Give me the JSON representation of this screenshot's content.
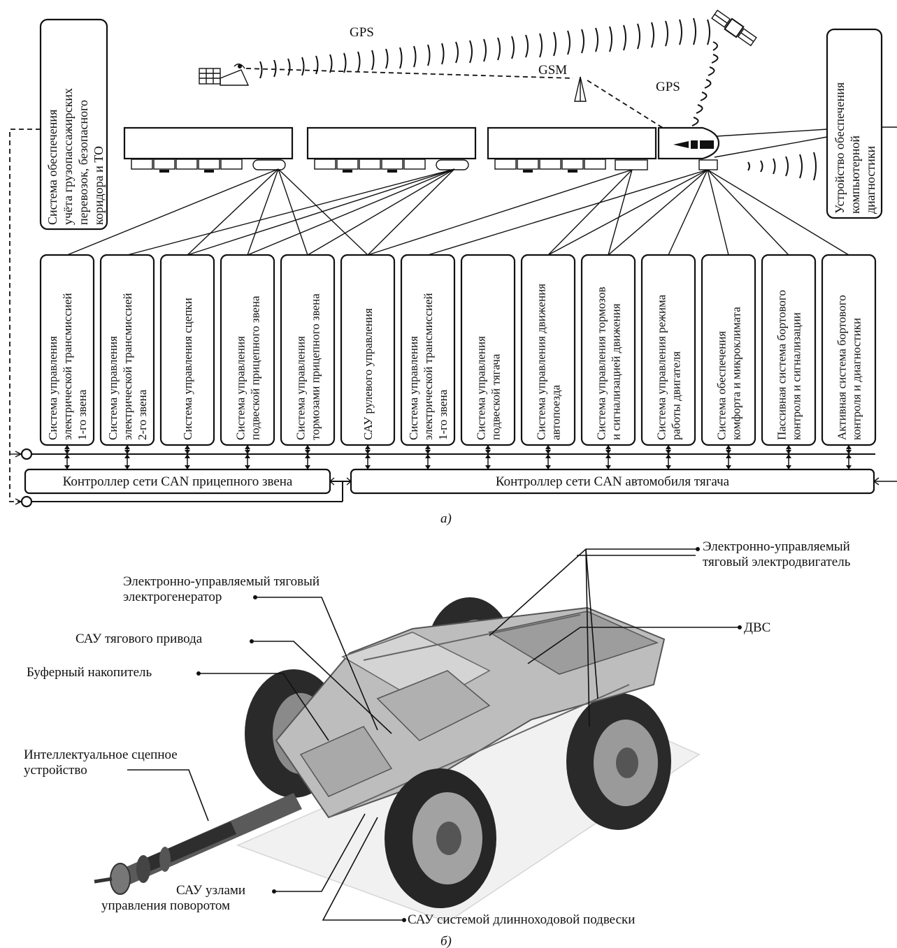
{
  "figure_a": {
    "caption": "а)",
    "gps_top_label": "GPS",
    "gps_right_label": "GPS",
    "gsm_label": "GSM",
    "left_side_box": "Система обеспечения учёта грузопассажирских перевозок, безопасного коридора и ТО",
    "right_side_box": "Устройство обеспечения компьютерной диагностики",
    "systems": [
      "Система управления электрической трансмиссией 1-го звена",
      "Система управления электрической трансмиссией 2-го звена",
      "Система управления сцепки",
      "Система управления подвеской прицепного звена",
      "Система управления тормозами прицепного звена",
      "САУ рулевого управления",
      "Система управления электрической трансмиссией 1-го звена",
      "Система управления подвеской тягача",
      "Система управления движения автопоезда",
      "Система управления тормозов и сигнализацией движения",
      "Система управления режима работы двигателя",
      "Система обеспечения комфорта и микроклимата",
      "Пассивная система бортового контроля и сигнализации",
      "Активная система бортового контроля и диагностики"
    ],
    "controller_trailer": "Контроллер сети CAN прицепного звена",
    "controller_tractor": "Контроллер сети CAN автомобиля тягача"
  },
  "figure_b": {
    "caption": "б)",
    "labels": {
      "motor": "Электронно-управляемый тяговый электродвигатель",
      "generator": "Электронно-управляемый тяговый электрогенератор",
      "traction_sau": "САУ тягового привода",
      "engine": "ДВС",
      "buffer": "Буферный накопитель",
      "coupling": "Интеллектуальное сцепное устройство",
      "steering_sau": "САУ узлами управления поворотом",
      "suspension_sau": "САУ системой длинноходовой подвески"
    }
  }
}
